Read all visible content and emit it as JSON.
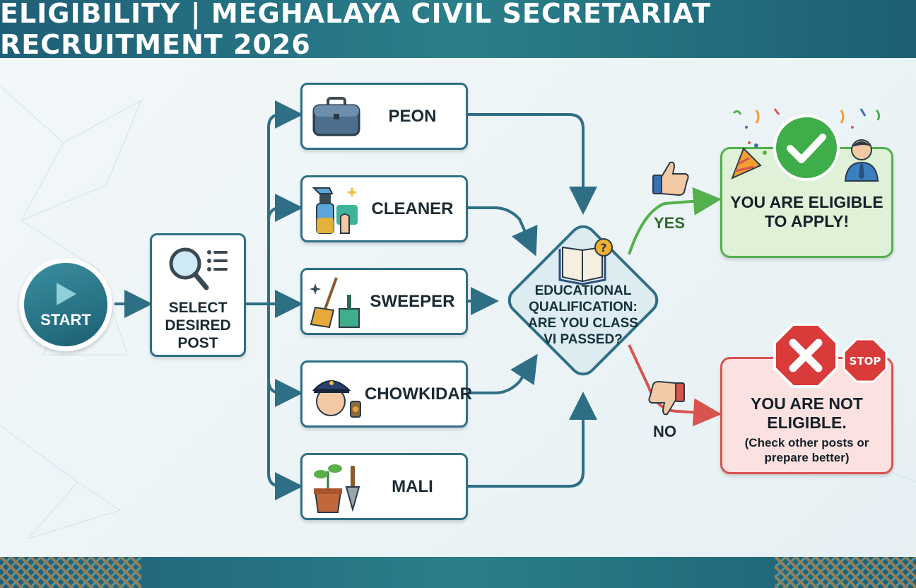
{
  "header": {
    "title": "ELIGIBILITY | MEGHALAYA CIVIL SECRETARIAT RECRUITMENT 2026"
  },
  "start": {
    "label": "START",
    "icon": "play-icon"
  },
  "select": {
    "label": "SELECT\nDESIRED\nPOST",
    "icon": "search-list-icon"
  },
  "posts": [
    {
      "label": "PEON",
      "icon": "briefcase-icon"
    },
    {
      "label": "CLEANER",
      "icon": "spray-bottle-icon"
    },
    {
      "label": "SWEEPER",
      "icon": "broom-icon"
    },
    {
      "label": "CHOWKIDAR",
      "icon": "guard-icon"
    },
    {
      "label": "MALI",
      "icon": "plant-pot-icon"
    }
  ],
  "decision": {
    "label": "EDUCATIONAL\nQUALIFICATION:\nARE YOU CLASS\nVI PASSED?",
    "icon": "book-question-icon"
  },
  "yes": {
    "branch_label": "YES",
    "result": "YOU ARE ELIGIBLE\nTO APPLY!",
    "icons": [
      "thumbs-up-icon",
      "check-icon",
      "party-popper-icon",
      "person-icon"
    ]
  },
  "no": {
    "branch_label": "NO",
    "result": "YOU ARE NOT\nELIGIBLE.",
    "sub": "(Check other posts or\nprepare better)",
    "stop_sign": "STOP",
    "icons": [
      "thumbs-down-icon",
      "cross-icon",
      "stop-sign-icon"
    ]
  },
  "colors": {
    "primary": "#2e6f86",
    "header": "#1f5f77",
    "yes": "#53b04d",
    "no": "#d9534f"
  }
}
